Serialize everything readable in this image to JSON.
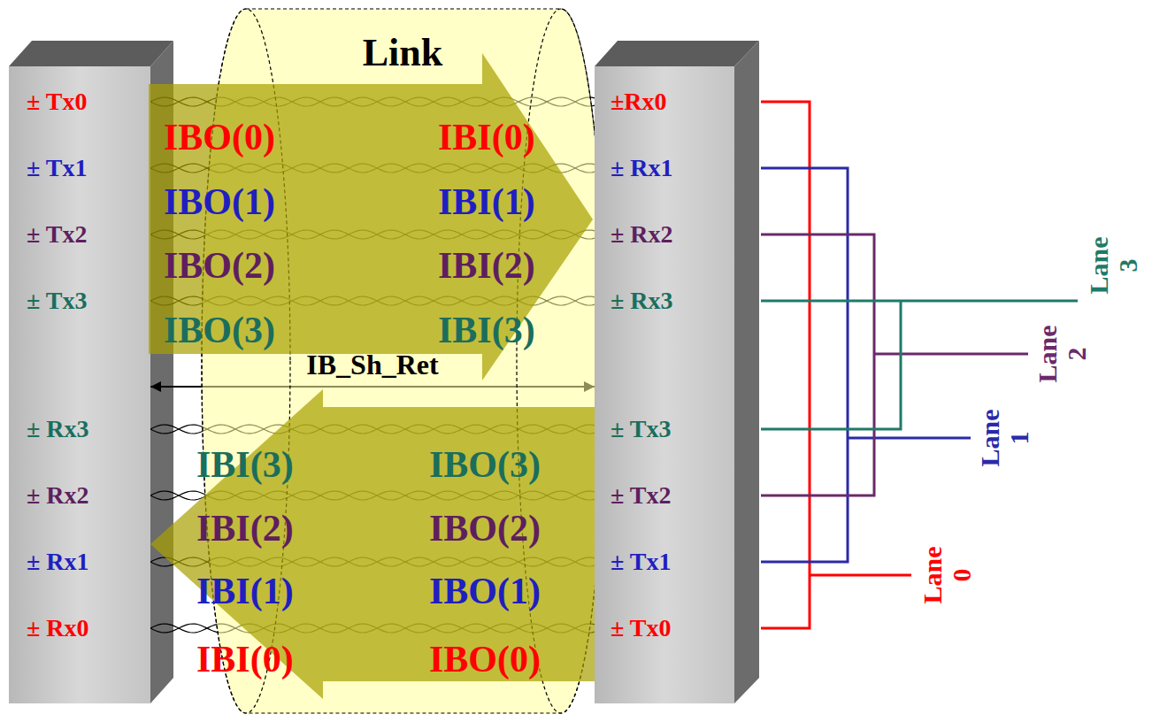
{
  "diagram": {
    "nodes": [
      {
        "text": [
          "± Tx0",
          "± Tx1",
          "± Tx2",
          "± Tx3",
          "± Rx3",
          "± Rx2",
          "± Rx1",
          "± Rx0"
        ]
      },
      {
        "text": [
          "Link"
        ]
      },
      {
        "text": [
          "±Rx0",
          "± Rx1",
          "± Rx2",
          "± Rx3",
          "± Tx3",
          "± Tx2",
          "± Tx1",
          "± Tx0"
        ]
      },
      {
        "text": [
          "IBO(0)",
          "IBI(0)",
          "IBO(1)",
          "IBI(1)",
          "IBO(2)",
          "IBI(2)",
          "IBO(3)",
          "IBI(3)"
        ]
      },
      {
        "text": [
          "IBI(3)",
          "IBO(3)",
          "IBI(2)",
          "IBO(2)",
          "IBI(1)",
          "IBO(1)",
          "IBI(0)",
          "IBO(0)"
        ]
      }
    ],
    "edges": [
      {
        "from": 0,
        "to": 2,
        "arrow": "none"
      },
      {
        "from": 0,
        "to": 2,
        "arrow": "none"
      },
      {
        "from": 0,
        "to": 2,
        "arrow": "none"
      },
      {
        "from": 0,
        "to": 2,
        "arrow": "none"
      },
      {
        "from": 0,
        "to": 2,
        "arrow": "both",
        "label": "IB_Sh_Ret"
      },
      {
        "from": 0,
        "to": 2,
        "arrow": "none"
      },
      {
        "from": 0,
        "to": 2,
        "arrow": "none"
      },
      {
        "from": 0,
        "to": 2,
        "arrow": "none"
      },
      {
        "from": 0,
        "to": 2,
        "arrow": "none"
      }
    ],
    "labels": [
      "Lane 0",
      "Lane 1",
      "Lane 2",
      "Lane 3"
    ]
  }
}
